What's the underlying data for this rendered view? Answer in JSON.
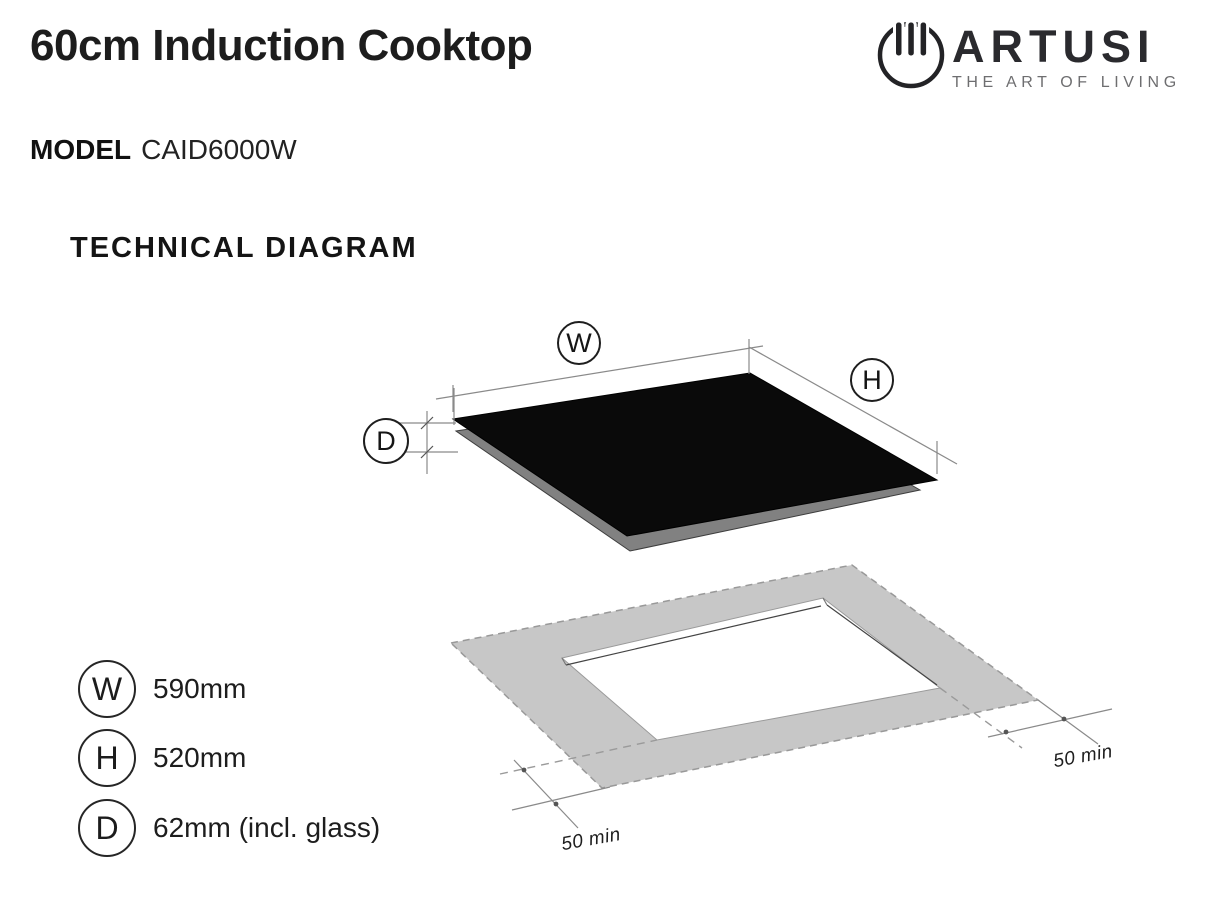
{
  "header": {
    "title": "60cm Induction Cooktop",
    "model_label": "MODEL",
    "model_value": "CAID6000W"
  },
  "brand": {
    "name": "ARTUSI",
    "tagline": "THE ART OF LIVING",
    "logo_icon": "artusi-burner-ring-icon"
  },
  "section": {
    "heading": "TECHNICAL DIAGRAM"
  },
  "diagram": {
    "labels": {
      "w": "W",
      "h": "H",
      "d": "D"
    },
    "clearance_left": "50 min",
    "clearance_right": "50 min",
    "colors": {
      "glass": "#0a0a0a",
      "body_side": "#818181",
      "counter": "#c7c7c7",
      "cutout": "#ffffff",
      "dim_line": "#8a8a8a",
      "depth_line": "#444444"
    }
  },
  "legend": {
    "items": [
      {
        "symbol": "W",
        "value": "590mm"
      },
      {
        "symbol": "H",
        "value": "520mm"
      },
      {
        "symbol": "D",
        "value": "62mm (incl. glass)"
      }
    ]
  }
}
